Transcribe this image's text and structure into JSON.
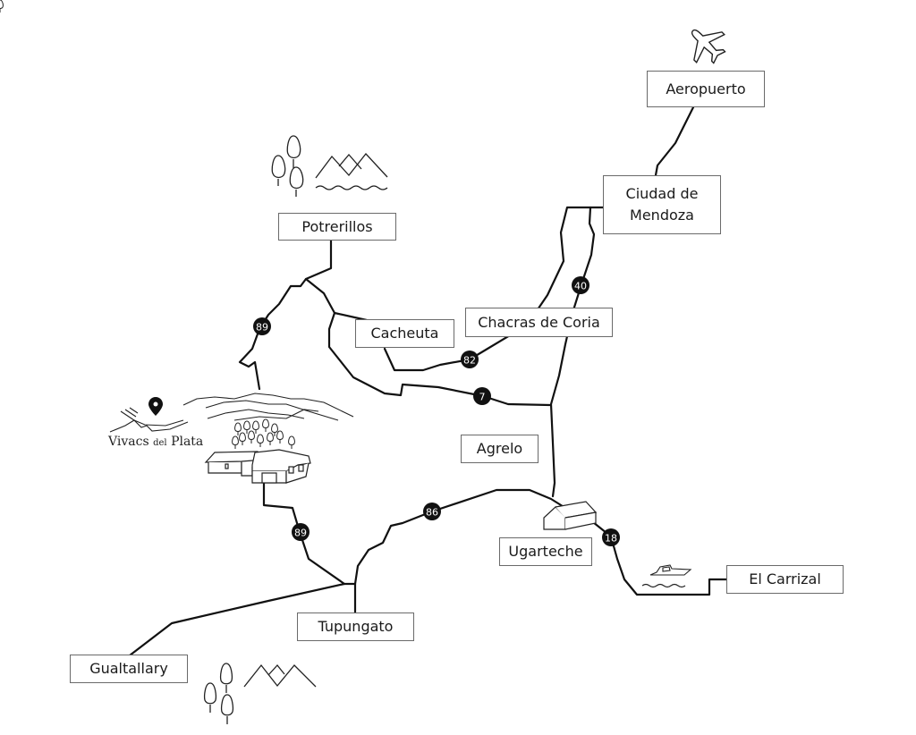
{
  "map": {
    "brand": {
      "name_part1": "Vivacs",
      "name_part2": "del",
      "name_part3": "Plata",
      "marker_icon": "map-pin-icon"
    },
    "places": {
      "aeropuerto": "Aeropuerto",
      "ciudad_de_mendoza_line1": "Ciudad de",
      "ciudad_de_mendoza_line2": "Mendoza",
      "potrerillos": "Potrerillos",
      "cacheuta": "Cacheuta",
      "chacras_de_coria": "Chacras de Coria",
      "agrelo": "Agrelo",
      "ugarteche": "Ugarteche",
      "el_carrizal": "El Carrizal",
      "tupungato": "Tupungato",
      "gualtallary": "Gualtallary"
    },
    "route_markers": {
      "r89_north": "89",
      "r82": "82",
      "r7": "7",
      "r40": "40",
      "r89_south": "89",
      "r86": "86",
      "r18": "18"
    },
    "icons": [
      "airplane-icon",
      "trees-icon",
      "mountains-icon",
      "water-waves-icon",
      "winery-building-icon",
      "shed-icon",
      "boat-icon",
      "map-pin-icon"
    ]
  }
}
